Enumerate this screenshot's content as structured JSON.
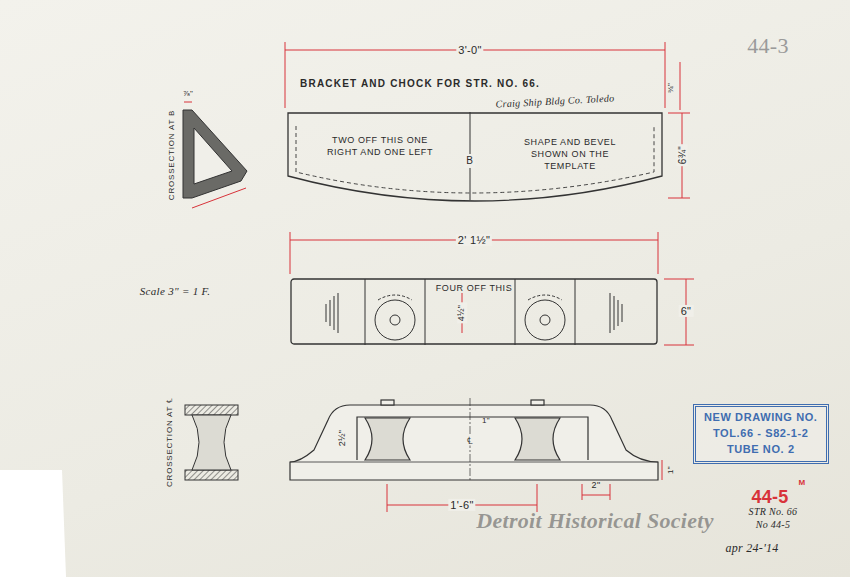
{
  "diagram": {
    "title": "BRACKET AND CHOCK FOR STR. NO. 66.",
    "nodes": [
      {
        "text": [
          "TWO OFF THIS ONE RIGHT AND ONE LEFT",
          "B",
          "SHAPE AND BEVEL SHOWN ON THE TEMPLATE"
        ]
      },
      {
        "text": [
          "FOUR OFF THIS"
        ]
      },
      {
        "text": [
          "NEW DRAWING NO.",
          "TOL.66 - S82-1-2",
          "TUBE NO. 2"
        ]
      }
    ],
    "labels": [
      "Craig Ship Bldg Co. Toledo",
      "3'-0\"",
      "¾\"",
      "6¾\"",
      "CROSSECTION AT B",
      "⅞\"",
      "Scale 3\" = 1 F.",
      "2' 1½\"",
      "4½\"",
      "6\"",
      "CROSSECTION AT ℄",
      "2½\"",
      "℄",
      "1\"",
      "1\"",
      "1'-6\"",
      "2\"",
      "44-3",
      "M",
      "44-5",
      "STR No. 66",
      "No 44-5",
      "apr 24-'14",
      "Detroit Historical Society"
    ]
  }
}
